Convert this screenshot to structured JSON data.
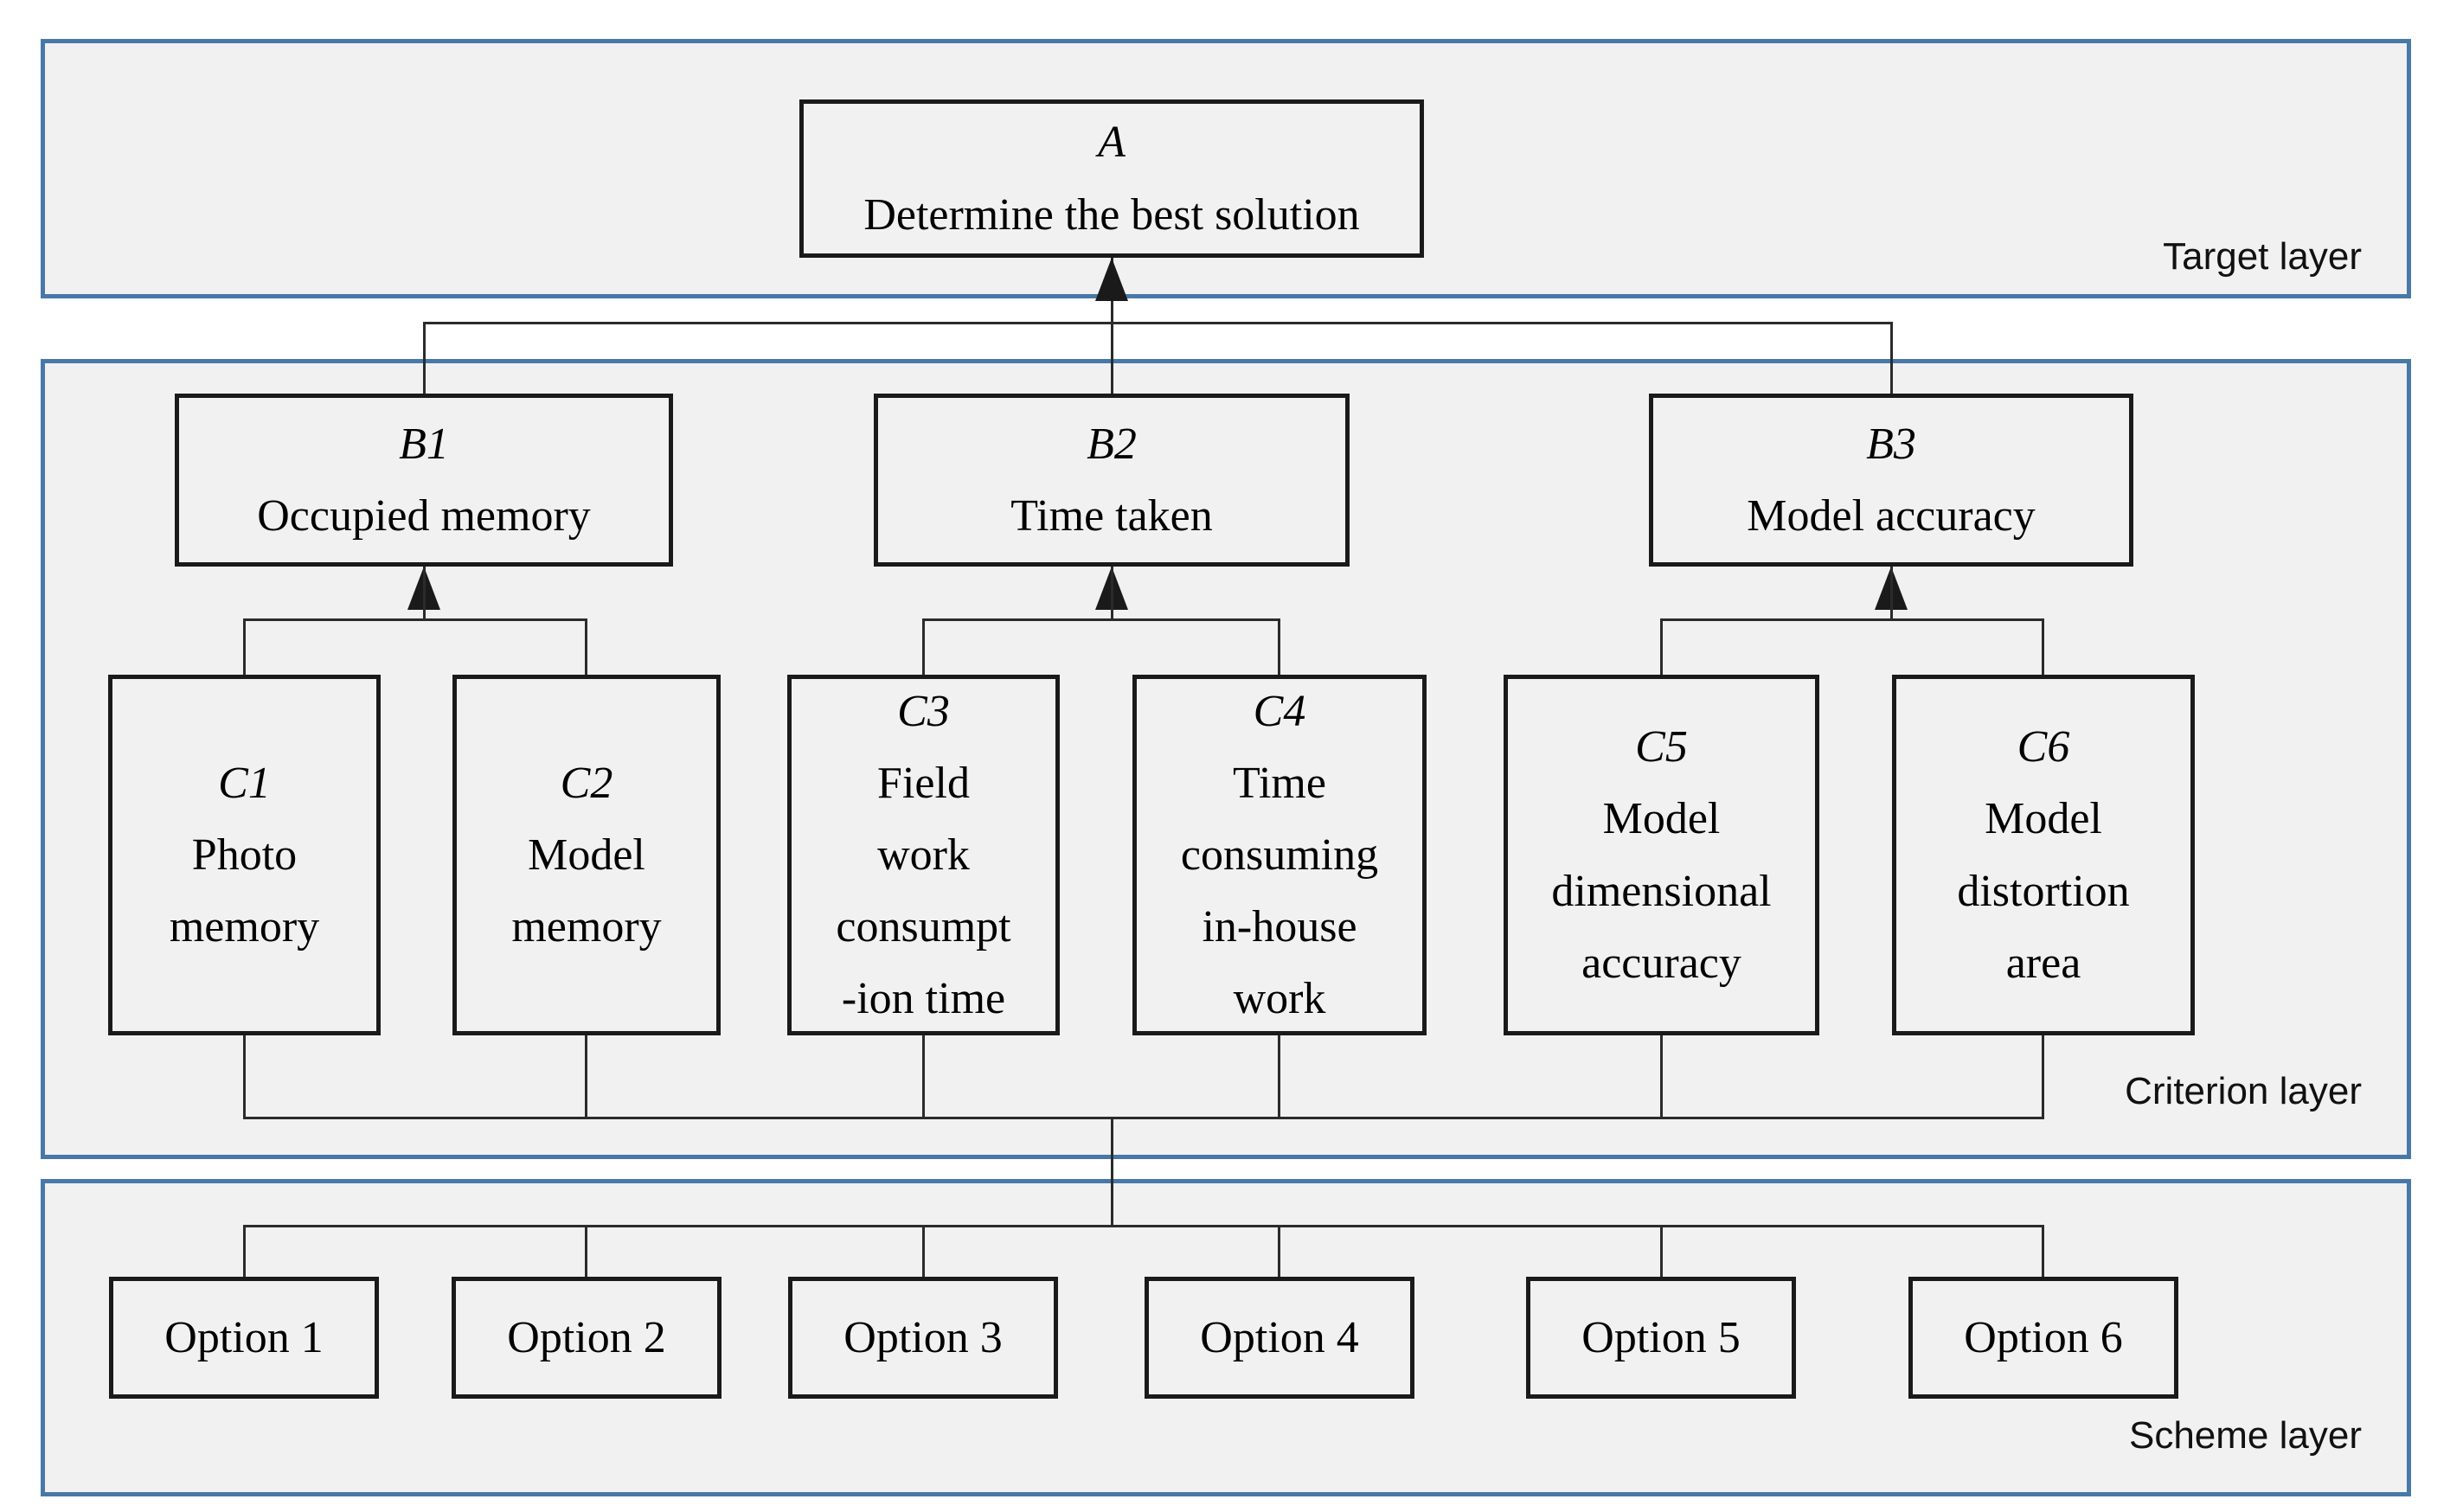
{
  "layers": {
    "target": {
      "label": "Target layer"
    },
    "criterion": {
      "label": "Criterion layer"
    },
    "scheme": {
      "label": "Scheme layer"
    }
  },
  "goal": {
    "code": "A",
    "label": "Determine the best solution"
  },
  "criteria": [
    {
      "code": "B1",
      "label": "Occupied memory"
    },
    {
      "code": "B2",
      "label": "Time taken"
    },
    {
      "code": "B3",
      "label": "Model accuracy"
    }
  ],
  "subcriteria": [
    {
      "code": "C1",
      "label": "Photo\nmemory"
    },
    {
      "code": "C2",
      "label": "Model\nmemory"
    },
    {
      "code": "C3",
      "label": "Field\nwork\nconsumpt\n-ion time"
    },
    {
      "code": "C4",
      "label": "Time\nconsuming\nin-house\nwork"
    },
    {
      "code": "C5",
      "label": "Model\ndimensional\naccuracy"
    },
    {
      "code": "C6",
      "label": "Model\ndistortion\narea"
    }
  ],
  "options": [
    {
      "label": "Option 1"
    },
    {
      "label": "Option 2"
    },
    {
      "label": "Option 3"
    },
    {
      "label": "Option 4"
    },
    {
      "label": "Option 5"
    },
    {
      "label": "Option 6"
    }
  ],
  "colors": {
    "layer_border": "#4878a8",
    "layer_fill": "#f1f1f2",
    "node_border": "#1a1a1a",
    "connector": "#2b2b2b"
  }
}
